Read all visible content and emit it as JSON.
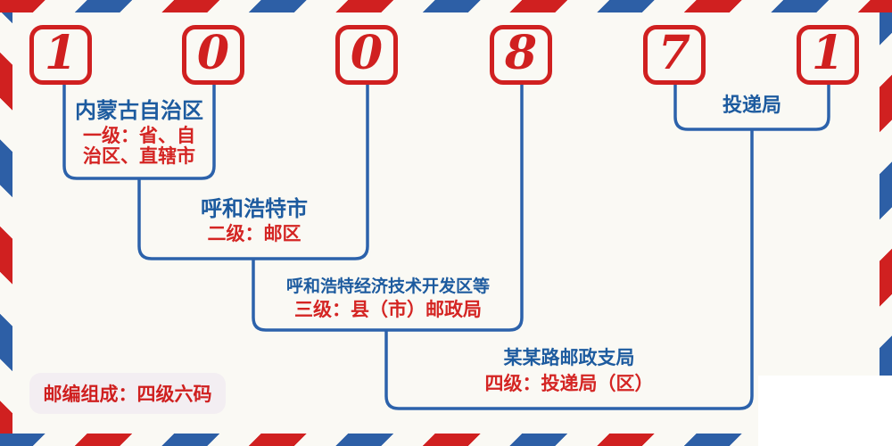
{
  "postal_code": {
    "value": "100871",
    "digits": [
      "1",
      "0",
      "0",
      "8",
      "7",
      "1"
    ]
  },
  "labels": {
    "level1": {
      "title": "内蒙古自治区",
      "desc": "一级：省、自\n治区、直辖市"
    },
    "level2": {
      "title": "呼和浩特市",
      "desc": "二级：邮区"
    },
    "level3": {
      "title": "呼和浩特经济技术开发区等",
      "desc": "三级：县（市）邮政局"
    },
    "level4": {
      "title": "某某路邮政支局",
      "desc": "四级：投递局（区）"
    },
    "delivery": {
      "title": "投递局"
    }
  },
  "footer": {
    "composition_note": "邮编组成：四级六码"
  },
  "colors": {
    "stripe_red": "#d02020",
    "stripe_blue": "#2d5fa6",
    "digit_red": "#d02020",
    "title_blue": "#1d5b9f",
    "desc_red": "#d42523",
    "connector_blue": "#2c62ab",
    "badge_background": "#f3eef2",
    "page_background": "#faf9f4"
  }
}
